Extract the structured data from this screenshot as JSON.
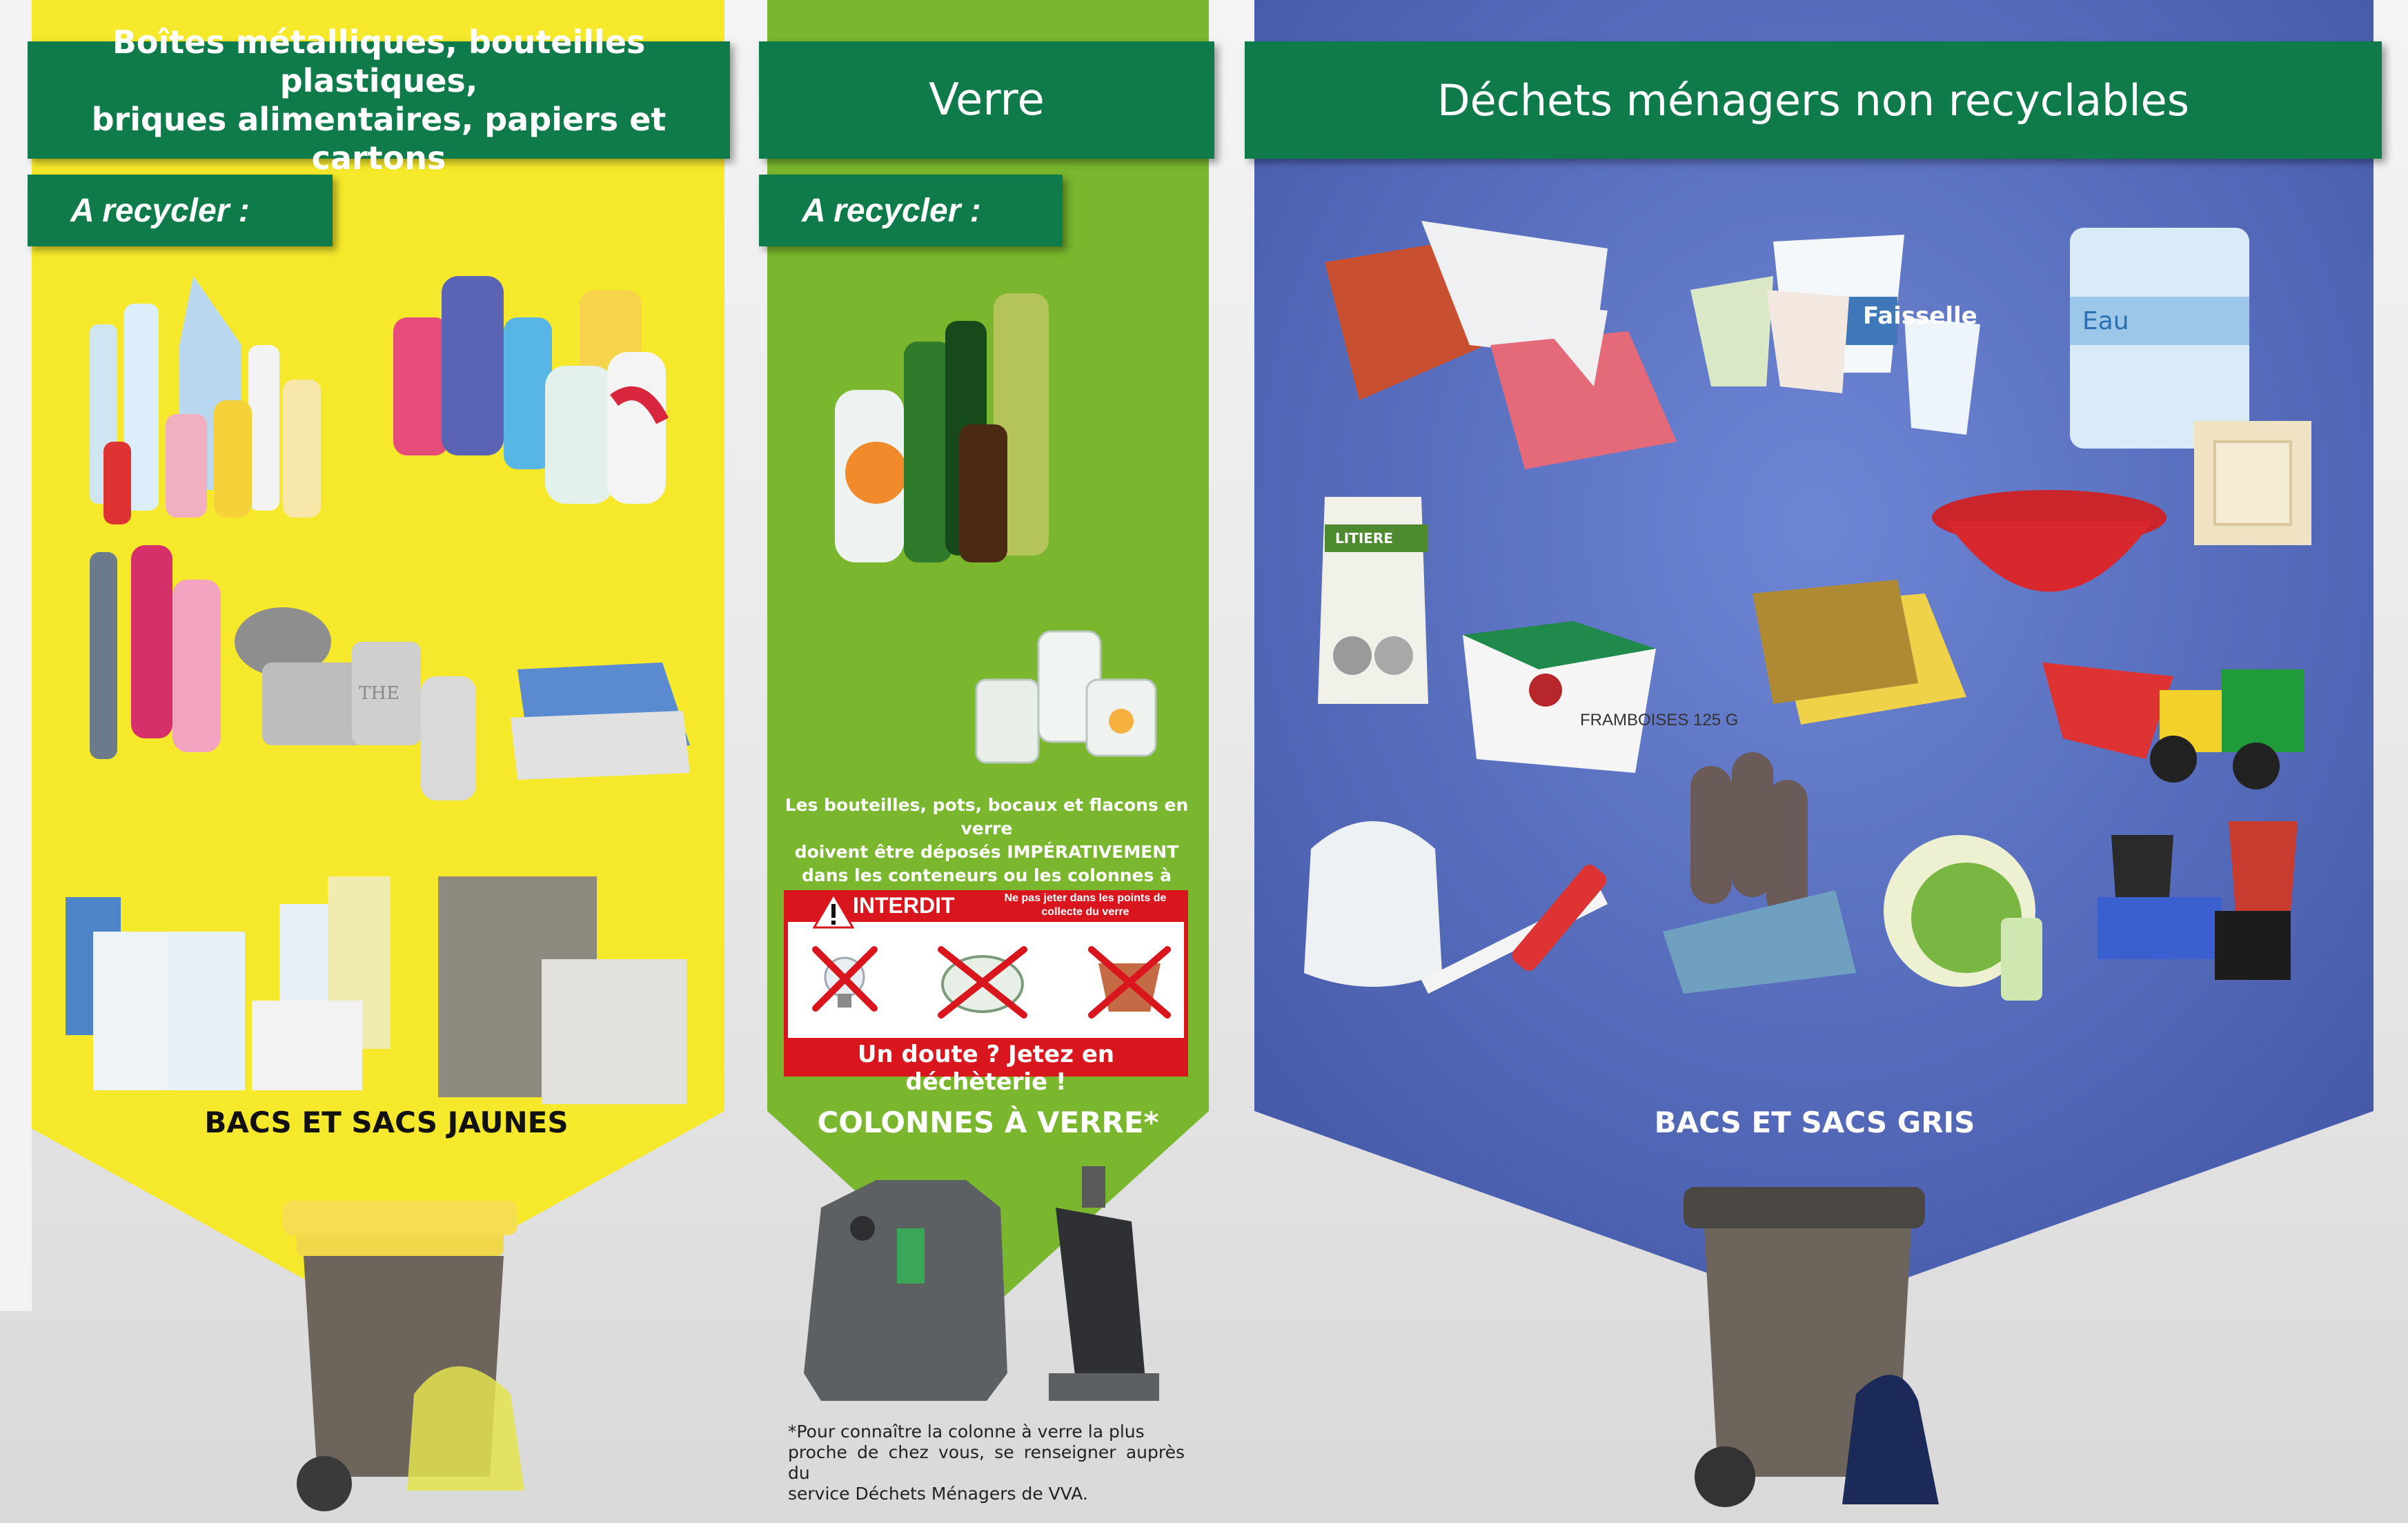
{
  "colors": {
    "yellow": "#f6e92b",
    "green": "#7ab62e",
    "blue": "#5b6fbf",
    "header_green": "#0f7a4a",
    "interdit_red": "#d9161d"
  },
  "panels": {
    "yellow": {
      "title_line1": "Boîtes métalliques, bouteilles plastiques,",
      "title_line2": "briques alimentaires, papiers et cartons",
      "subtitle": "A recycler :",
      "bin_label": "BACS ET SACS JAUNES"
    },
    "green": {
      "title": "Verre",
      "subtitle": "A recycler :",
      "note_line1": "Les bouteilles, pots, bocaux et flacons en verre",
      "note_line2": "doivent être déposés IMPÉRATIVEMENT",
      "note_line3": "dans les conteneurs ou les colonnes à verre.",
      "interdit_title": "INTERDIT",
      "interdit_side_line1": "Ne pas jeter dans les points de",
      "interdit_side_line2": "collecte du verre",
      "interdit_footer": "Un doute ? Jetez en déchèterie !",
      "bin_label": "COLONNES À VERRE*",
      "footnote_line1": "*Pour connaître la colonne à verre la plus",
      "footnote_line2": "proche de chez vous, se renseigner auprès du",
      "footnote_line3": "service Déchets Ménagers de VVA."
    },
    "blue": {
      "title": "Déchets ménagers non recyclables",
      "bin_label": "BACS ET SACS GRIS"
    }
  },
  "product_labels": {
    "faisselle": "Faisselle",
    "eau": "Eau",
    "litiere": "LITIERE",
    "framboises": "FRAMBOISES",
    "framboises_weight": "125 G",
    "the": "THE"
  }
}
